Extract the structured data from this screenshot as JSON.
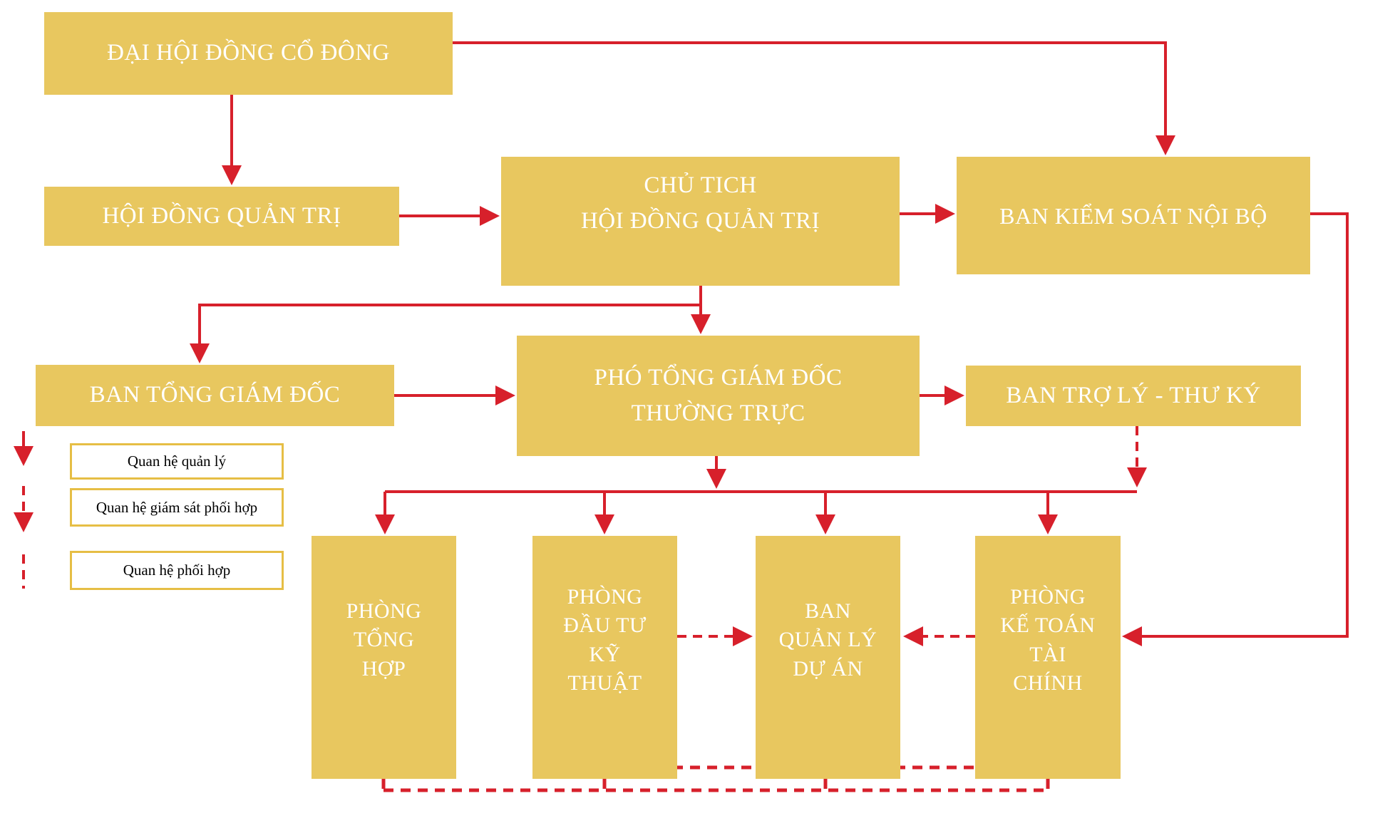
{
  "diagram": {
    "colors": {
      "box_fill": "#E8C75F",
      "arrow_red": "#D7202B",
      "legend_border": "#E6BE45",
      "box_text": "#FFFFFF"
    },
    "nodes": {
      "dai_hoi_dong_co_dong": {
        "label": "ĐẠI HỘI ĐỒNG CỔ ĐÔNG"
      },
      "hoi_dong_quan_tri": {
        "label": "HỘI ĐỒNG QUẢN TRỊ"
      },
      "chu_tich_hdqt": {
        "label": "CHỦ TICH\nHỘI ĐỒNG QUẢN TRỊ"
      },
      "ban_kiem_soat_noi_bo": {
        "label": "BAN KIỂM SOÁT NỘI BỘ"
      },
      "ban_tong_giam_doc": {
        "label": "BAN TỔNG GIÁM ĐỐC"
      },
      "pho_tong_giam_doc_thuong_truc": {
        "label": "PHÓ TỔNG GIÁM ĐỐC\nTHƯỜNG TRỰC"
      },
      "ban_tro_ly_thu_ky": {
        "label": "BAN TRỢ LÝ - THƯ KÝ"
      },
      "phong_tong_hop": {
        "label": "PHÒNG\nTỔNG\nHỢP"
      },
      "phong_dau_tu_ky_thuat": {
        "label": "PHÒNG\nĐẦU TƯ\nKỸ\nTHUẬT"
      },
      "ban_quan_ly_du_an": {
        "label": "BAN\nQUẢN LÝ\nDỰ ÁN"
      },
      "phong_ke_toan_tai_chinh": {
        "label": "PHÒNG\nKẾ TOÁN\nTÀI\nCHÍNH"
      }
    },
    "legend": {
      "items": [
        {
          "label": "Quan hệ quản lý",
          "line_style": "solid-arrow"
        },
        {
          "label": "Quan hệ giám sát phối hợp",
          "line_style": "dashed-arrow"
        },
        {
          "label": "Quan hệ phối hợp",
          "line_style": "dashed-line"
        }
      ]
    }
  }
}
